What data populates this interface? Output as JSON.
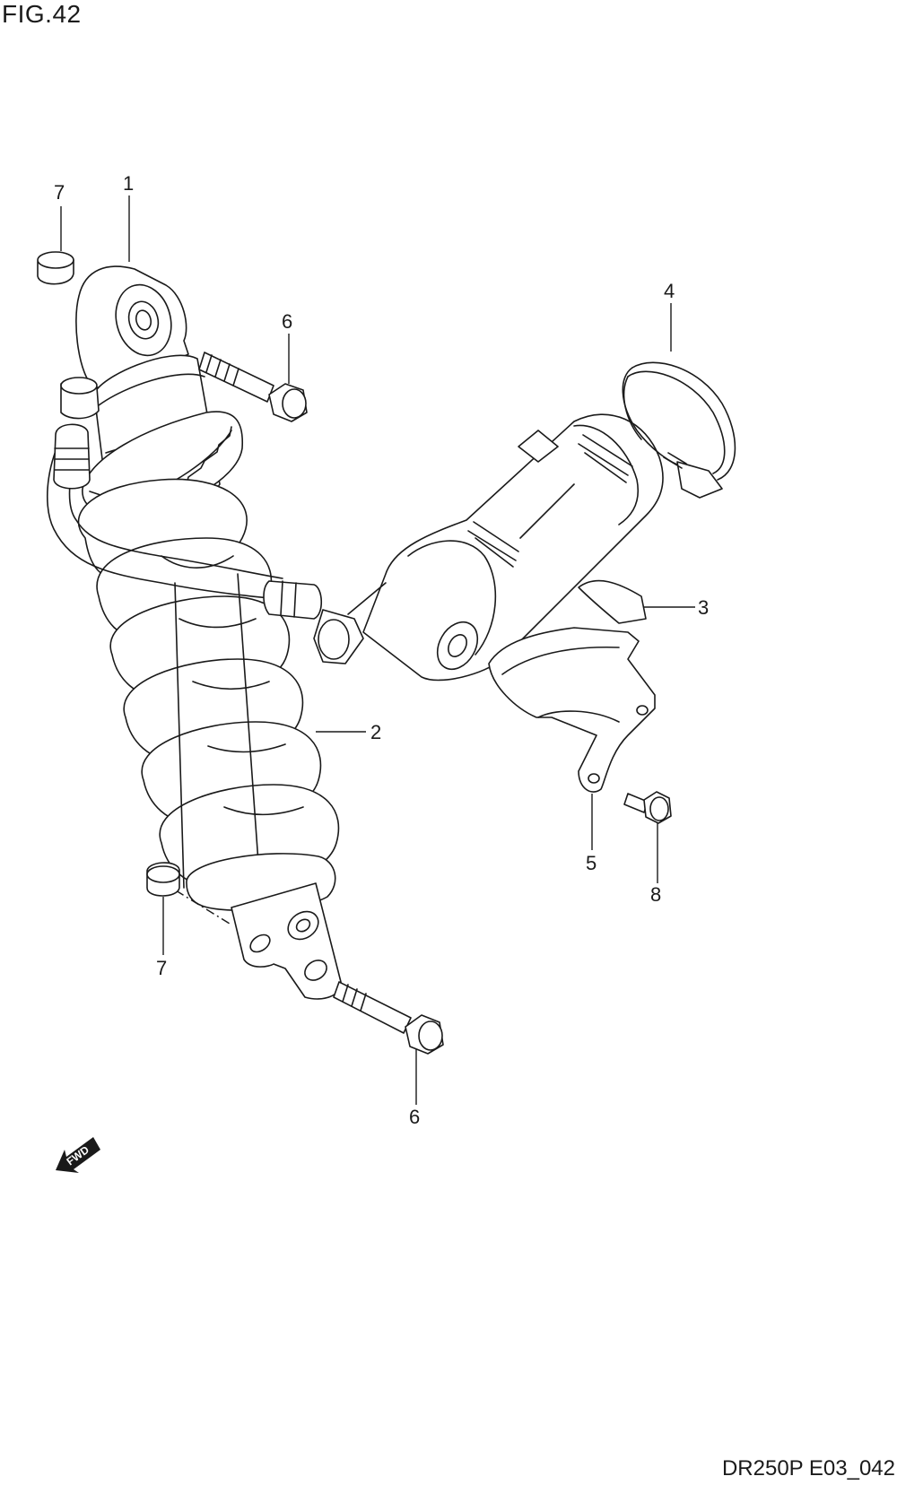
{
  "figure": {
    "title": "FIG.42",
    "drawing_code": "DR250P E03_042"
  },
  "callouts": [
    {
      "id": "part-1-shock-absorber",
      "number": "1"
    },
    {
      "id": "part-2-spring",
      "number": "2"
    },
    {
      "id": "part-3-reservoir-cushion",
      "number": "3"
    },
    {
      "id": "part-4-clamp-band",
      "number": "4"
    },
    {
      "id": "part-5-bracket",
      "number": "5"
    },
    {
      "id": "part-6-bolt-upper",
      "number": "6"
    },
    {
      "id": "part-6-bolt-lower",
      "number": "6"
    },
    {
      "id": "part-7-nut-upper",
      "number": "7"
    },
    {
      "id": "part-7-nut-lower",
      "number": "7"
    },
    {
      "id": "part-8-bolt",
      "number": "8"
    }
  ],
  "direction_arrow": {
    "label": "FWD"
  }
}
